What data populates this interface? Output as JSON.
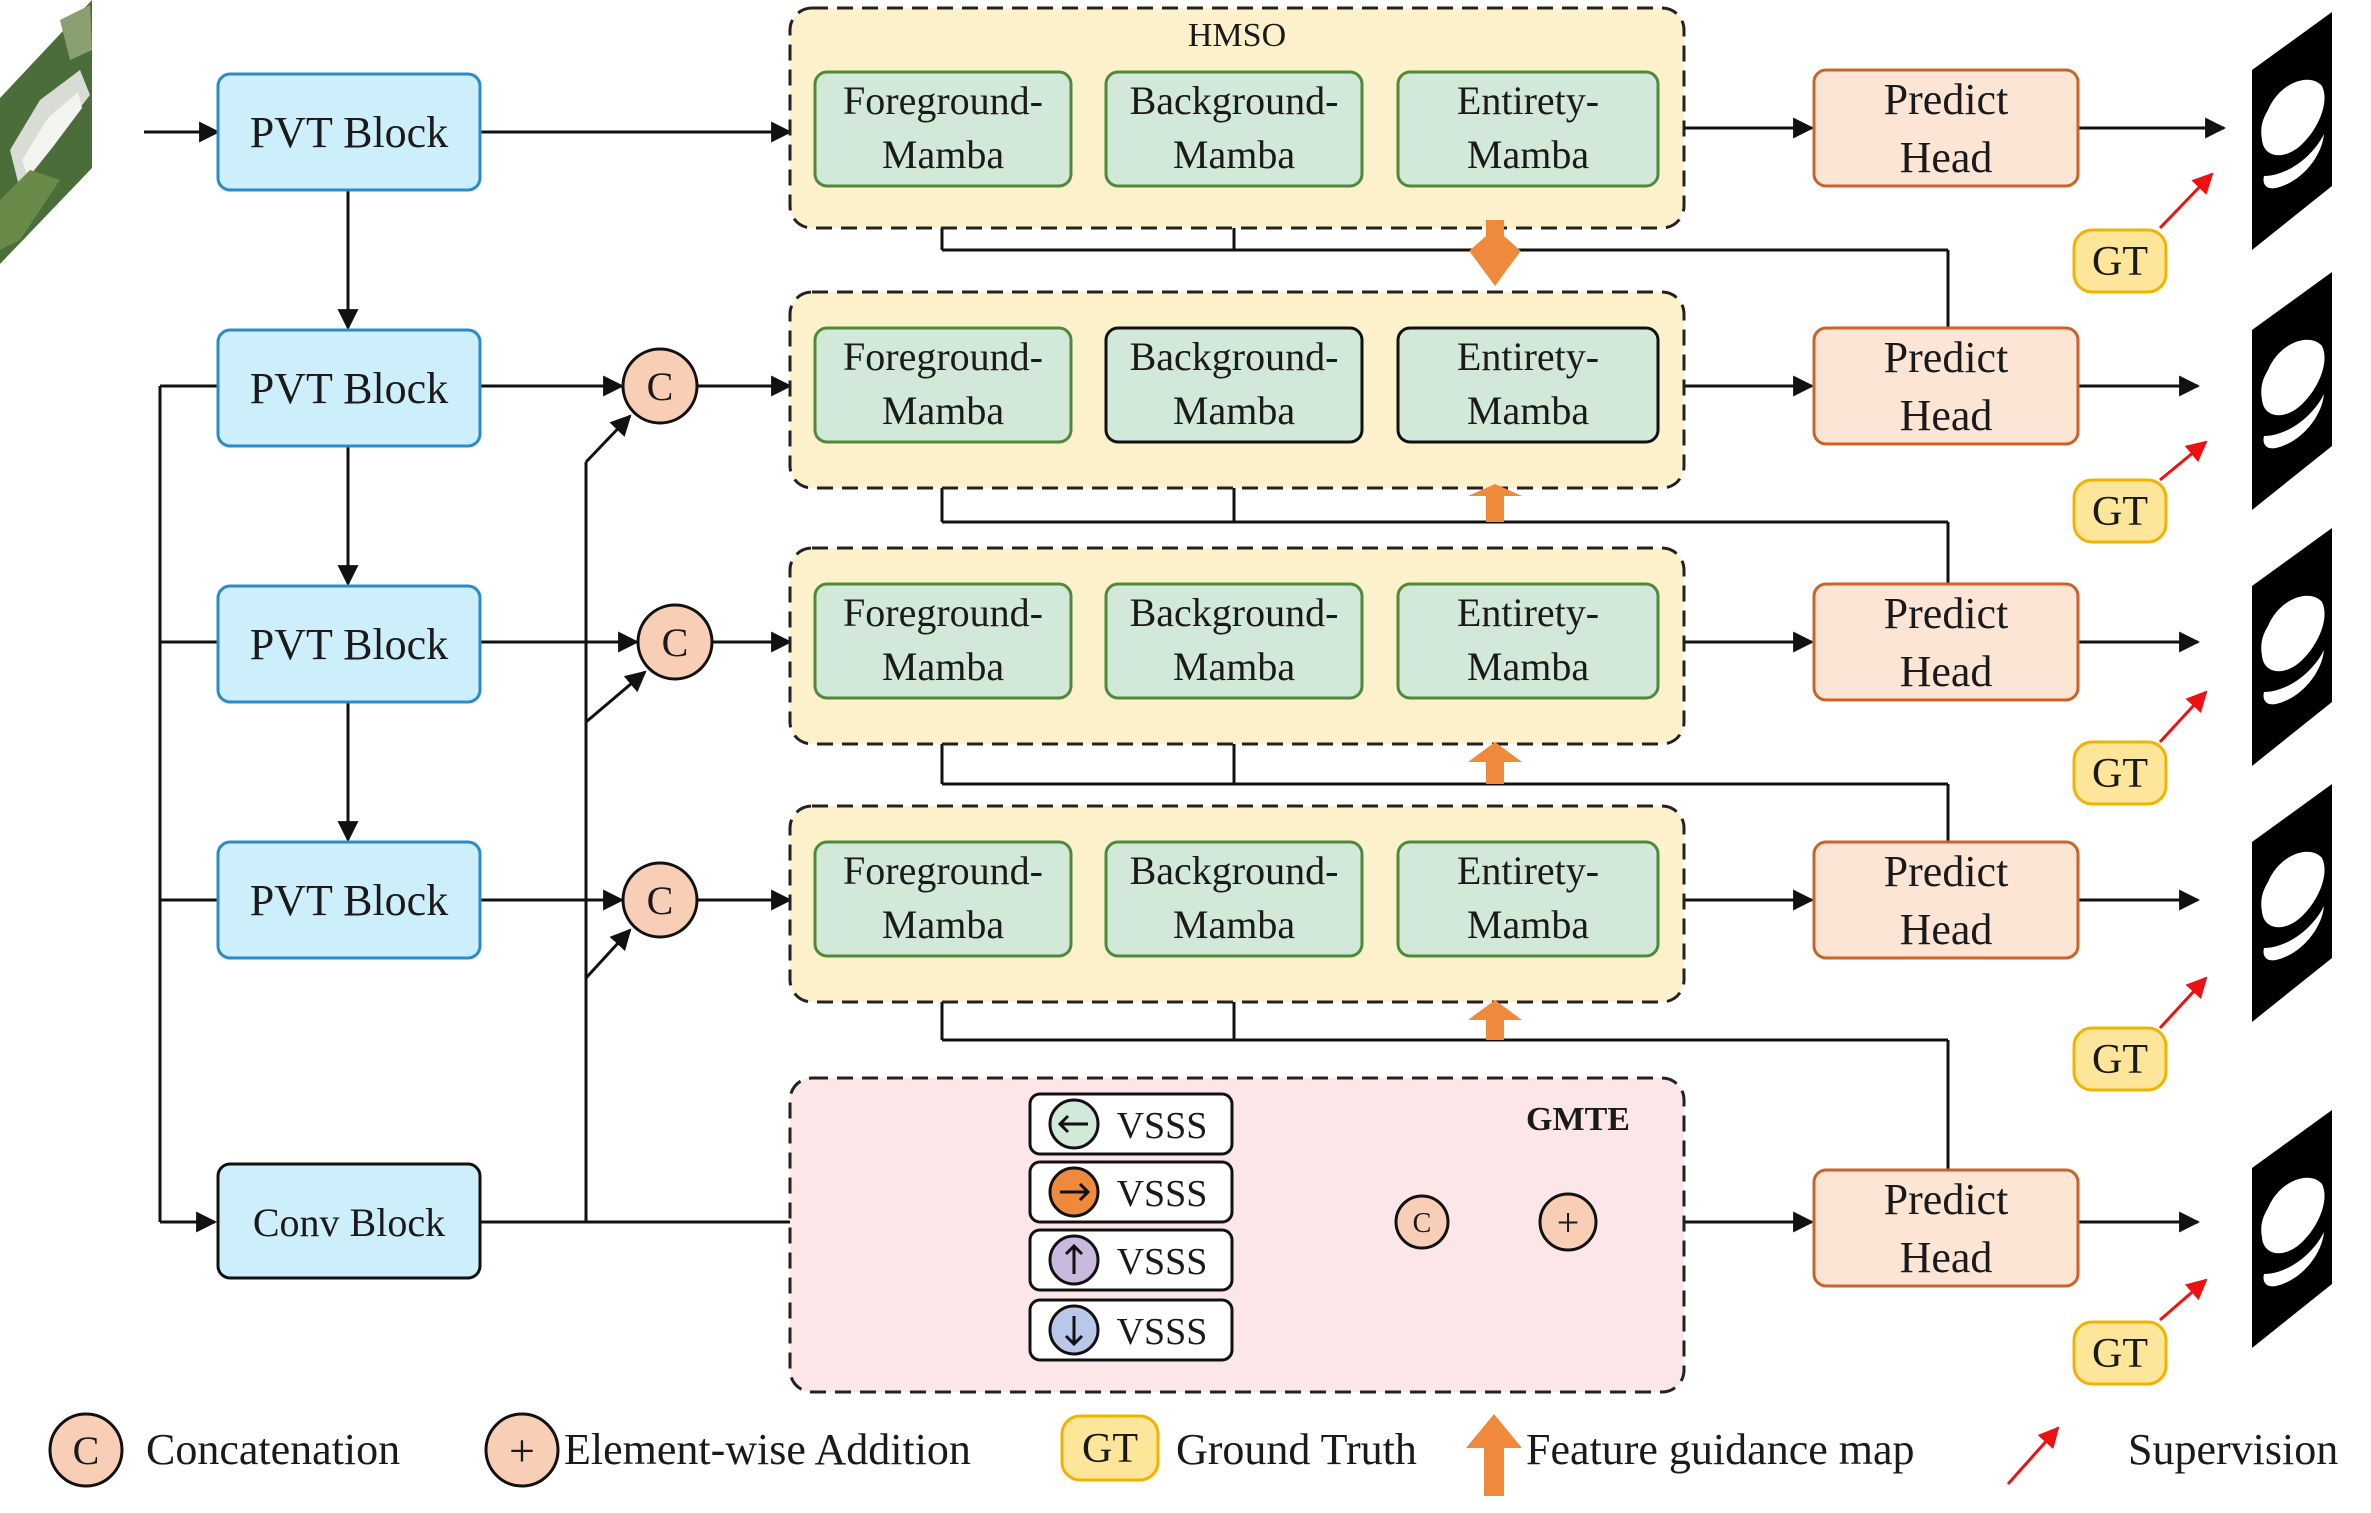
{
  "hmso_title": "HMSO",
  "gmte_title": "GMTE",
  "pvt_label": "PVT Block",
  "conv_label": "Conv Block",
  "predict_line1": "Predict",
  "predict_line2": "Head",
  "mamba": {
    "fg_line1": "Foreground-",
    "bg_line1": "Background-",
    "en_line1": "Entirety-",
    "line2": "Mamba"
  },
  "concat_symbol": "C",
  "add_symbol": "+",
  "gt_label": "GT",
  "vsss_label": "VSSS",
  "legend": {
    "concat": "Concatenation",
    "add": "Element-wise Addition",
    "gt": "Ground Truth",
    "guide": "Feature guidance map",
    "sup": "Supervision"
  },
  "colors": {
    "pvt_fill": "#cdeefb",
    "pvt_stroke": "#2a8bc9",
    "mamba_fill": "#d2e8d8",
    "mamba_stroke": "#4f8a3a",
    "hmso_fill": "#fdf1cc",
    "gmte_fill": "#fde6e8",
    "predict_fill": "#fde5d6",
    "predict_stroke": "#c8642a",
    "circle_fill": "#f8cfb6",
    "gt_fill": "#fde59a",
    "gt_stroke": "#f0b400",
    "guide_arrow": "#ef8a3c",
    "supervision": "#ee1111"
  }
}
